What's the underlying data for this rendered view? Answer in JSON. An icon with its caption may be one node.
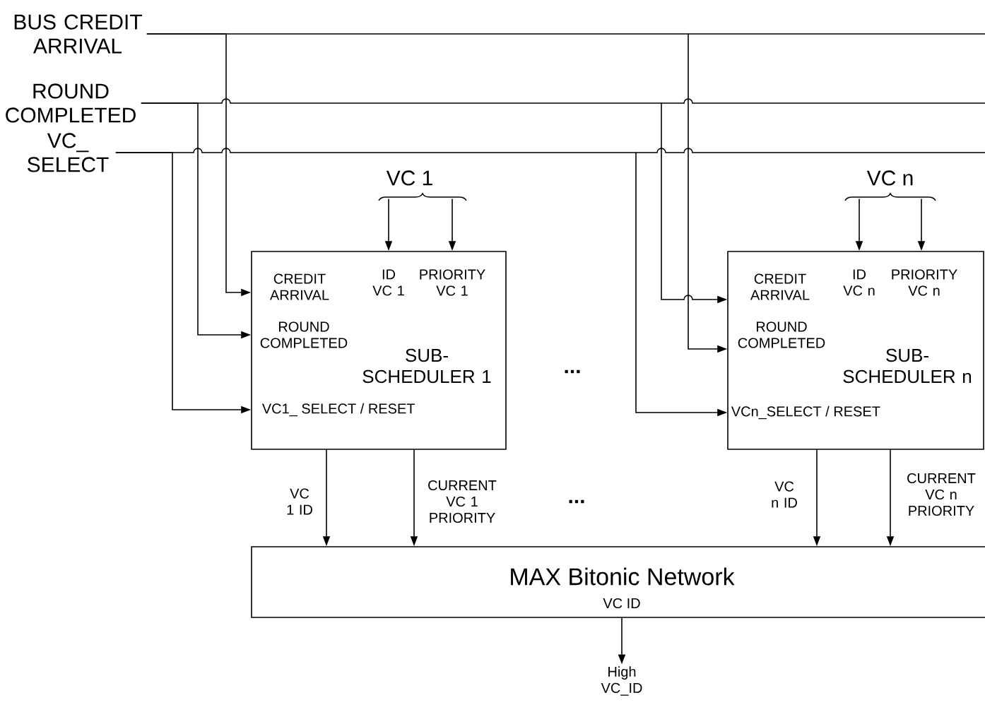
{
  "diagram": {
    "nodes": [
      {
        "text": [
          "BUS CREDIT ARRIVAL"
        ]
      },
      {
        "text": [
          "ROUND COMPLETED"
        ]
      },
      {
        "text": [
          "VC_ SELECT"
        ]
      },
      {
        "text": [
          "VC  1"
        ]
      },
      {
        "text": [
          "ID VC 1",
          "PRIORITY VC 1",
          "CREDIT ARRIVAL",
          "ROUND COMPLETED",
          "SUB- SCHEDULER 1",
          "VC1_ SELECT / RESET"
        ]
      },
      {
        "text": [
          "VC  n"
        ]
      },
      {
        "text": [
          "ID VC n",
          "PRIORITY VC n",
          "CREDIT ARRIVAL",
          "ROUND COMPLETED",
          "SUB- SCHEDULER n",
          "VCn_SELECT / RESET"
        ]
      },
      {
        "text": [
          "MAX Bitonic Network",
          "VC ID"
        ]
      },
      {
        "text": [
          "High VC_ID"
        ]
      }
    ],
    "edges": [
      {
        "from": 0,
        "to": 4,
        "arrow": "to"
      },
      {
        "from": 1,
        "to": 4,
        "arrow": "to"
      },
      {
        "from": 2,
        "to": 4,
        "arrow": "to"
      },
      {
        "from": 3,
        "to": 4,
        "arrow": "to"
      },
      {
        "from": 3,
        "to": 4,
        "arrow": "to"
      },
      {
        "from": 0,
        "to": 6,
        "arrow": "to"
      },
      {
        "from": 1,
        "to": 6,
        "arrow": "to"
      },
      {
        "from": 2,
        "to": 6,
        "arrow": "to"
      },
      {
        "from": 5,
        "to": 6,
        "arrow": "to"
      },
      {
        "from": 5,
        "to": 6,
        "arrow": "to"
      },
      {
        "from": 4,
        "to": 7,
        "arrow": "to",
        "label": "VC 1 ID"
      },
      {
        "from": 4,
        "to": 7,
        "arrow": "to",
        "label": "CURRENT VC 1 PRIORITY"
      },
      {
        "from": 6,
        "to": 7,
        "arrow": "to",
        "label": "VC n ID"
      },
      {
        "from": 6,
        "to": 7,
        "arrow": "to",
        "label": "CURRENT VC n PRIORITY"
      },
      {
        "from": 7,
        "to": 8,
        "arrow": "to"
      }
    ],
    "labels": [
      "...",
      "..."
    ]
  }
}
